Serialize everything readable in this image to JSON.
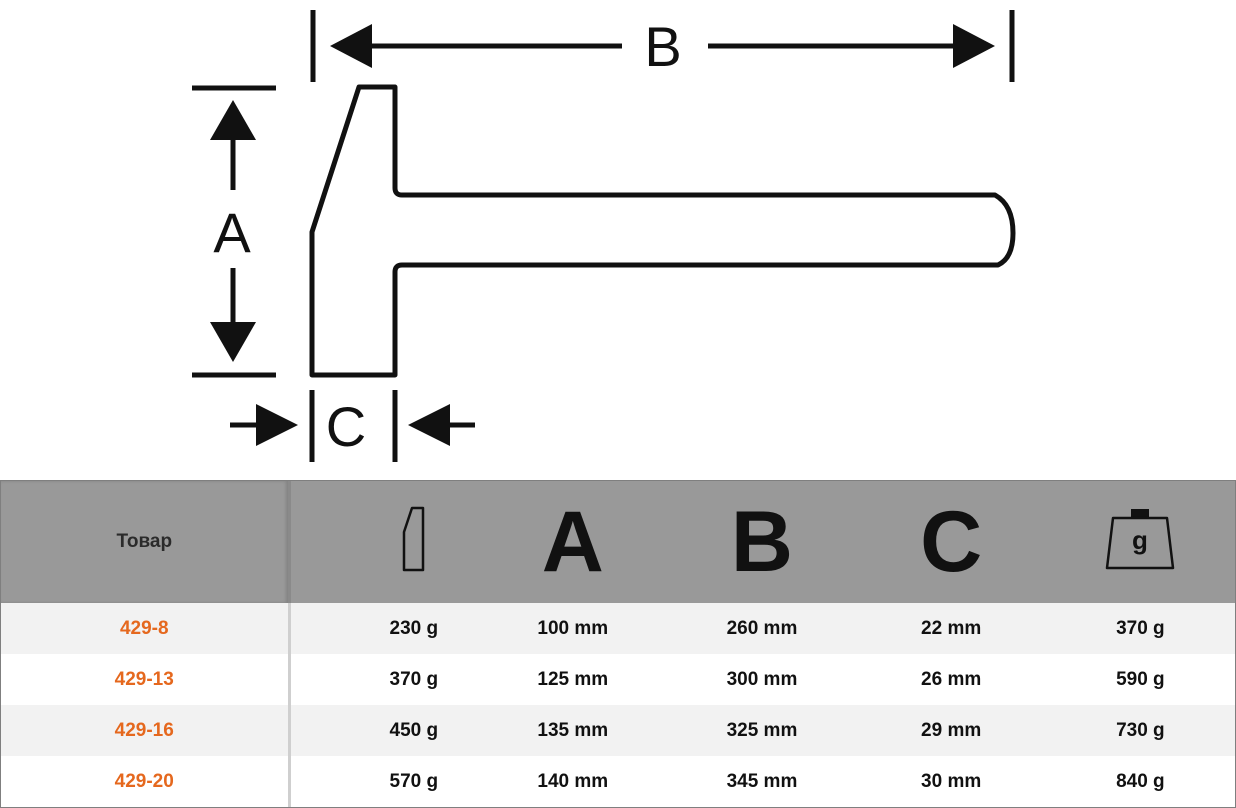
{
  "diagram": {
    "labels": {
      "a": "A",
      "b": "B",
      "c": "C"
    }
  },
  "table": {
    "header": {
      "product_label": "Товар",
      "icons": [
        "hammer-head-profile-icon",
        "dimension-a",
        "dimension-b",
        "dimension-c",
        "weight-icon"
      ],
      "letters": {
        "a": "A",
        "b": "B",
        "c": "C"
      },
      "weight_icon_text": "g"
    },
    "rows": [
      {
        "product": "429-8",
        "head_weight": "230 g",
        "a": "100 mm",
        "b": "260 mm",
        "c": "22 mm",
        "total_weight": "370 g"
      },
      {
        "product": "429-13",
        "head_weight": "370 g",
        "a": "125 mm",
        "b": "300 mm",
        "c": "26 mm",
        "total_weight": "590 g"
      },
      {
        "product": "429-16",
        "head_weight": "450 g",
        "a": "135 mm",
        "b": "325 mm",
        "c": "29 mm",
        "total_weight": "730 g"
      },
      {
        "product": "429-20",
        "head_weight": "570 g",
        "a": "140 mm",
        "b": "345 mm",
        "c": "30 mm",
        "total_weight": "840 g"
      }
    ]
  },
  "colors": {
    "product_code": "#e5681e",
    "header_background": "#999999",
    "row_alt_background": "#f2f2f2"
  }
}
